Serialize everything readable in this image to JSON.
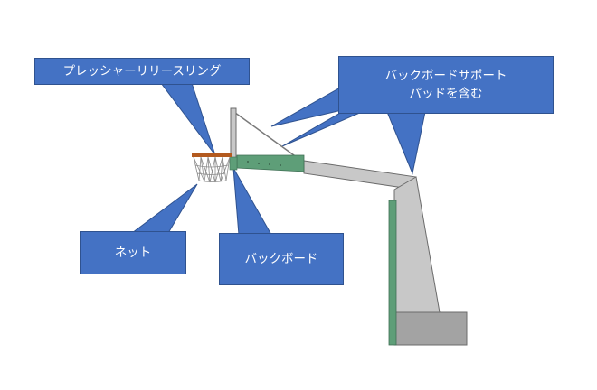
{
  "labels": {
    "pressure_ring": "プレッシャーリリースリング",
    "support_pad_line1": "バックボードサポート",
    "support_pad_line2": "パッドを含む",
    "net": "ネット",
    "backboard": "バックボード"
  },
  "colors": {
    "callout_fill": "#4472c4",
    "callout_border": "#2f528f",
    "pad_green": "#5e9e78",
    "structure_gray": "#c8c8c8",
    "base_gray": "#a3a3a3",
    "outline": "#6b6b6b",
    "rim": "#b35a1f"
  }
}
